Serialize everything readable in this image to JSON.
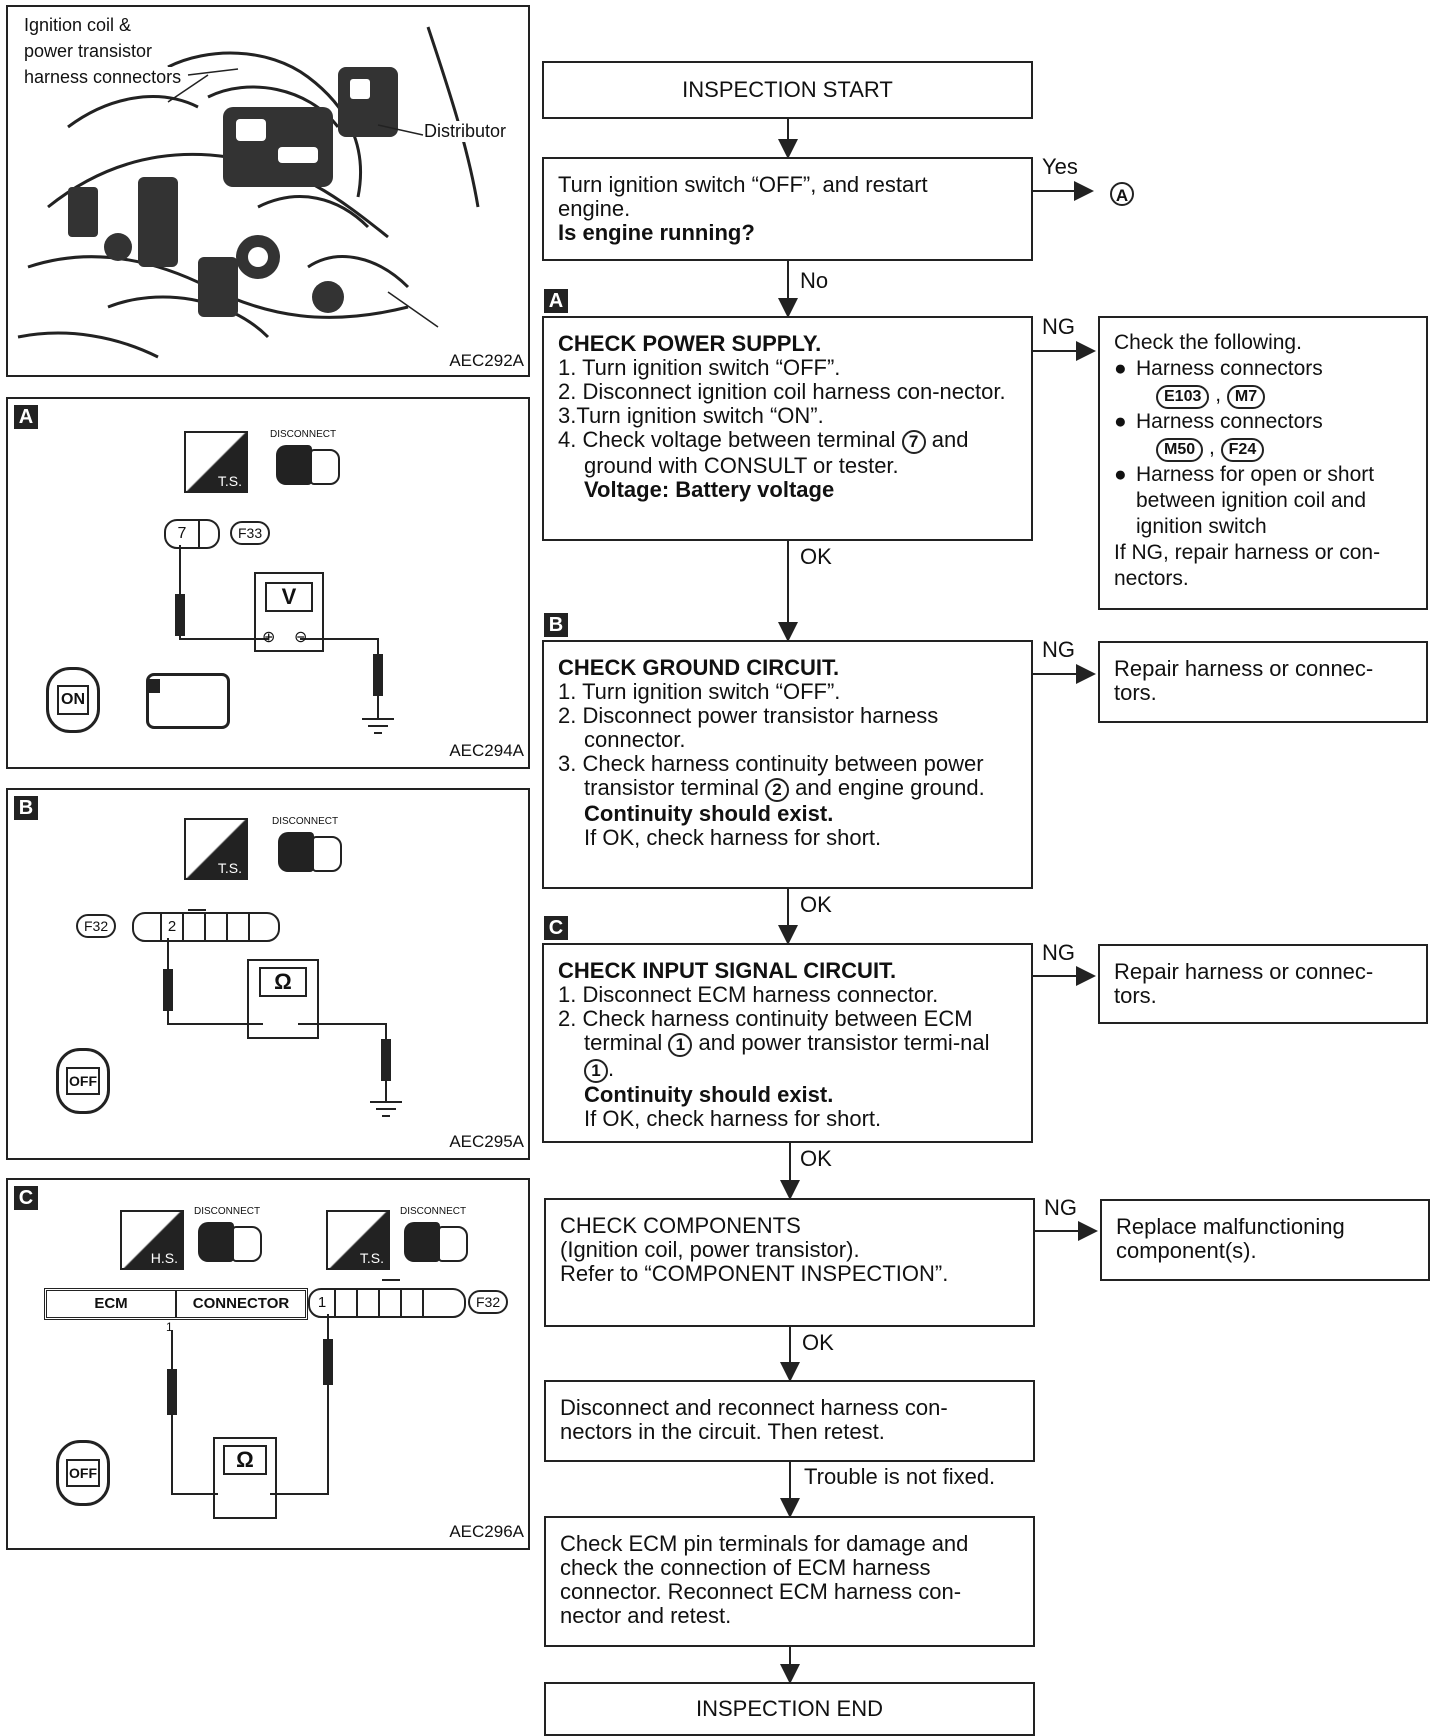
{
  "photo": {
    "callout_1": "Ignition coil &",
    "callout_2": "power transistor",
    "callout_3": "harness connectors",
    "callout_distributor": "Distributor",
    "code": "AEC292A"
  },
  "panel_a": {
    "tag": "A",
    "disconnect_label": "DISCONNECT",
    "ts_label": "T.S.",
    "terminal": "7",
    "connector": "F33",
    "meter": "V",
    "plus": "⊕",
    "minus": "⊖",
    "key_label": "ON",
    "code": "AEC294A"
  },
  "panel_b": {
    "tag": "B",
    "disconnect_label": "DISCONNECT",
    "ts_label": "T.S.",
    "connector": "F32",
    "terminal": "2",
    "meter": "Ω",
    "key_label": "OFF",
    "code": "AEC295A"
  },
  "panel_c": {
    "tag": "C",
    "disconnect_label_1": "DISCONNECT",
    "disconnect_label_2": "DISCONNECT",
    "hs_label": "H.S.",
    "ts_label": "T.S.",
    "ecm_label": "ECM",
    "connector_label": "CONNECTOR",
    "ecm_terminal": "1",
    "pt_terminal": "1",
    "connector": "F32",
    "meter": "Ω",
    "key_label": "OFF",
    "code": "AEC296A"
  },
  "flow": {
    "start": "INSPECTION START",
    "restart_line1": "Turn ignition switch “OFF”, and restart",
    "restart_line2": "engine.",
    "restart_question": "Is engine running?",
    "yes": "Yes",
    "yes_target": "A",
    "no": "No",
    "tag_a": "A",
    "power_title": "CHECK POWER SUPPLY.",
    "power_s1": "1. Turn ignition switch “OFF”.",
    "power_s2": "2. Disconnect ignition coil harness con-nector.",
    "power_s3": "3.Turn ignition switch “ON”.",
    "power_s4a": "4. Check voltage between terminal",
    "power_s4_terminal": "7",
    "power_s4b": "and ground with CONSULT or tester.",
    "power_voltage": "Voltage: Battery voltage",
    "ng1": "NG",
    "ng1_title": "Check the following.",
    "ng1_b1": "Harness connectors",
    "ng1_c1": "E103",
    "ng1_c2": "M7",
    "ng1_b2": "Harness connectors",
    "ng1_c3": "M50",
    "ng1_c4": "F24",
    "ng1_b3": "Harness for open or short between ignition coil and ignition switch",
    "ng1_note": "If NG, repair harness or con-nectors.",
    "ok1": "OK",
    "tag_b": "B",
    "ground_title": "CHECK GROUND CIRCUIT.",
    "ground_s1": "1. Turn ignition switch “OFF”.",
    "ground_s2": "2. Disconnect power transistor harness connector.",
    "ground_s3a": "3. Check harness continuity between power transistor terminal",
    "ground_s3_terminal": "2",
    "ground_s3b": "and engine ground.",
    "ground_cont": "Continuity should exist.",
    "ground_ok": "If OK, check harness for short.",
    "ng2": "NG",
    "ng2_text": "Repair harness or connec-tors.",
    "ok2": "OK",
    "tag_c": "C",
    "input_title": "CHECK INPUT SIGNAL CIRCUIT.",
    "input_s1": "1. Disconnect ECM harness connector.",
    "input_s2a": "2. Check harness continuity between ECM terminal",
    "input_s2_terminal1": "1",
    "input_s2b": "and power transistor termi-nal",
    "input_s2_terminal2": "1",
    "input_s2c": ".",
    "input_cont": "Continuity should exist.",
    "input_ok": "If OK, check harness for short.",
    "ng3": "NG",
    "ng3_text": "Repair harness or connec-tors.",
    "ok3": "OK",
    "comp_line1": "CHECK COMPONENTS",
    "comp_line2": "(Ignition coil, power transistor).",
    "comp_line3": "Refer to “COMPONENT INSPECTION”.",
    "ng4": "NG",
    "ng4_text": "Replace malfunctioning component(s).",
    "ok4": "OK",
    "reconnect_text": "Disconnect and reconnect harness con-nectors in the circuit. Then retest.",
    "not_fixed": "Trouble is not fixed.",
    "ecm_text": "Check ECM pin terminals for damage and check the connection of ECM harness connector. Reconnect ECM harness con-nector and retest.",
    "end": "INSPECTION END"
  }
}
